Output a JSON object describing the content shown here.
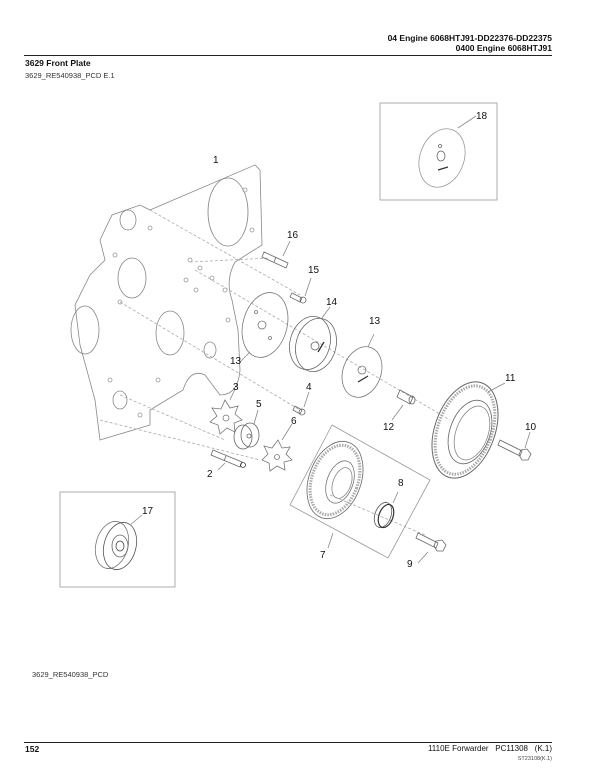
{
  "header": {
    "line1": "04 Engine 6068HTJ91-DD22376-DD22375",
    "line2": "0400 Engine 6068HTJ91"
  },
  "section": {
    "title": "3629 Front Plate",
    "subtitle": "3629_RE540938_PCD E.1"
  },
  "figure": {
    "caption": "3629_RE540938_PCD",
    "callouts": [
      "1",
      "2",
      "3",
      "4",
      "5",
      "6",
      "7",
      "8",
      "9",
      "10",
      "11",
      "12",
      "13",
      "13",
      "14",
      "15",
      "16",
      "17",
      "18"
    ]
  },
  "footer": {
    "page_number": "152",
    "publication": "1110E Forwarder   PC11308   (K.1)",
    "code": "ST23108(K.1)"
  }
}
